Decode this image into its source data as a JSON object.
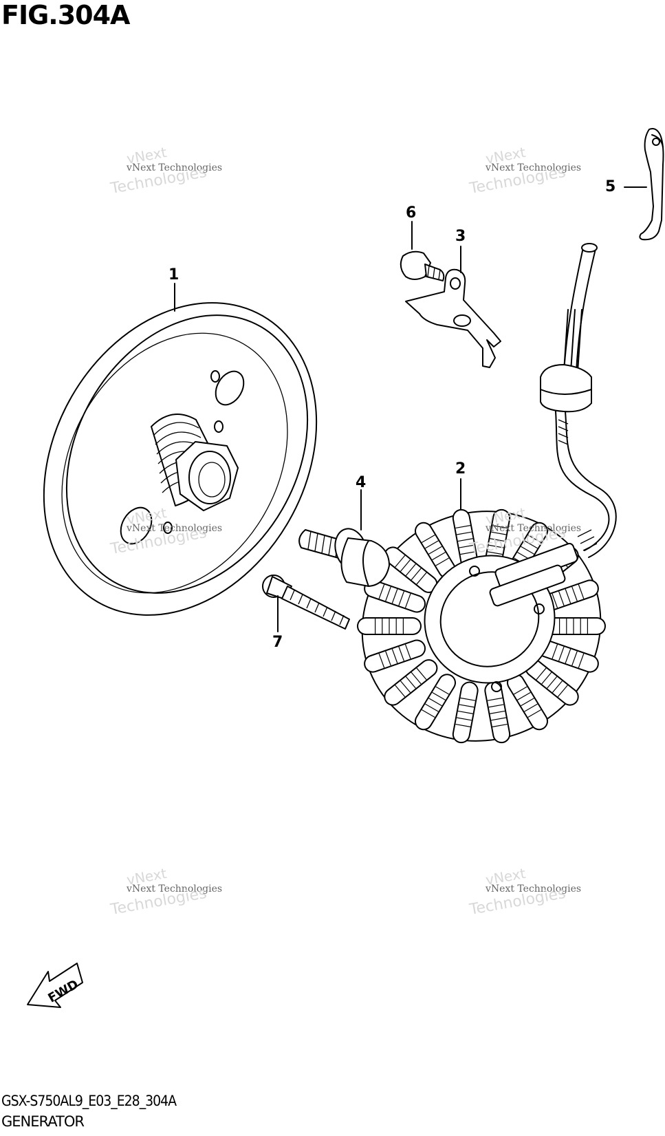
{
  "figure": {
    "title": "FIG.304A",
    "model_code": "GSX-S750AL9_E03_E28_304A",
    "section_name": "GENERATOR"
  },
  "callouts": [
    {
      "id": "1",
      "label": "1"
    },
    {
      "id": "2",
      "label": "2"
    },
    {
      "id": "3",
      "label": "3"
    },
    {
      "id": "4",
      "label": "4"
    },
    {
      "id": "5",
      "label": "5"
    },
    {
      "id": "6",
      "label": "6"
    },
    {
      "id": "7",
      "label": "7"
    }
  ],
  "direction_arrow": {
    "label": "FWD",
    "icon": "fwd-arrow-icon"
  },
  "watermark": {
    "line1": "vNext",
    "line2": "vNext Technologies",
    "line3": "Technologies"
  }
}
